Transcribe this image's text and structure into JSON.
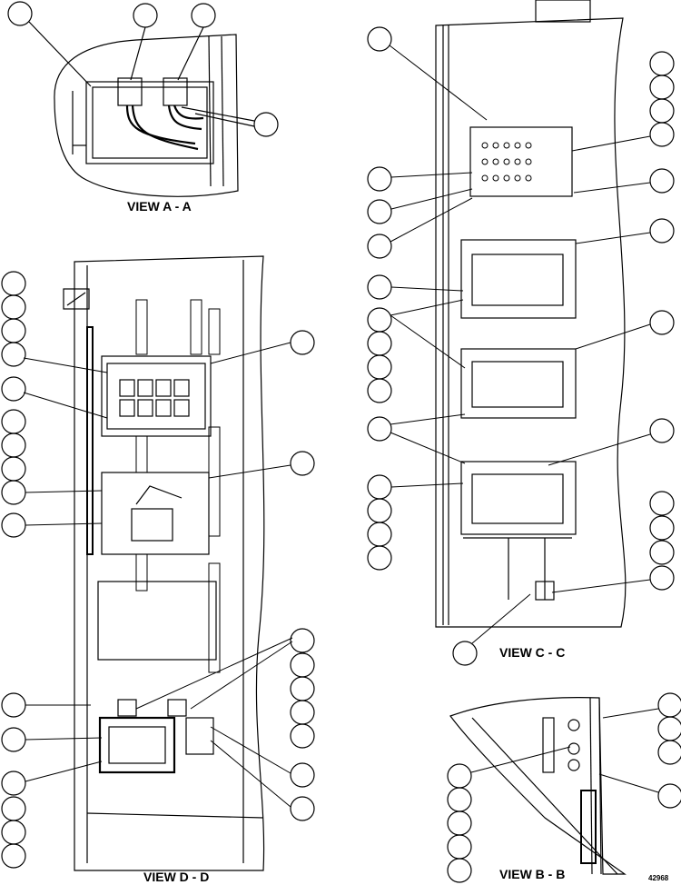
{
  "views": {
    "a": {
      "title": "VIEW A - A"
    },
    "b": {
      "title": "VIEW B - B"
    },
    "c": {
      "title": "VIEW C - C"
    },
    "d": {
      "title": "VIEW D - D"
    }
  },
  "figure_number": "42968",
  "colors": {
    "line": "#000000",
    "background": "#ffffff"
  }
}
